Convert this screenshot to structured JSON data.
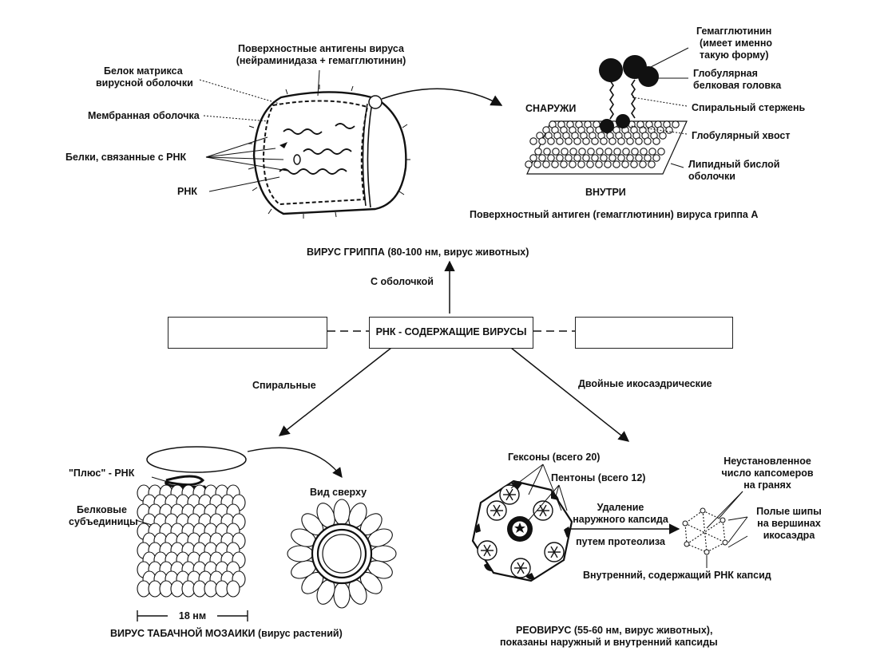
{
  "colors": {
    "ink": "#111111",
    "paper": "#ffffff",
    "faded": "#bbbbbb"
  },
  "center": {
    "label": "РНК - СОДЕРЖАЩИЕ ВИРУСЫ",
    "left_box_faded": "",
    "right_box_faded": ""
  },
  "branches": {
    "up": "С оболочкой",
    "left": "Спиральные",
    "right": "Двойные икосаэдрические"
  },
  "influenza": {
    "title": "ВИРУС ГРИППА (80-100 нм, вирус животных)",
    "labels": {
      "surface_antigens": [
        "Поверхностные антигены вируса",
        "(нейраминидаза + гемагглютинин)"
      ],
      "matrix_protein": [
        "Белок матрикса",
        "вирусной оболочки"
      ],
      "membrane": "Мембранная оболочка",
      "rna_proteins": "Белки, связанные с РНК",
      "rna": "РНК"
    }
  },
  "hemagglutinin": {
    "caption": "Поверхностный антиген (гемагглютинин) вируса гриппа А",
    "outside": "СНАРУЖИ",
    "inside": "ВНУТРИ",
    "labels": {
      "hemagglutinin": [
        "Гемагглютинин",
        "(имеет именно",
        "такую форму)"
      ],
      "globular_head": [
        "Глобулярная",
        "белковая головка"
      ],
      "spiral_stem": "Спиральный стержень",
      "globular_tail": "Глобулярный хвост",
      "lipid_bilayer": [
        "Липидный бислой",
        "оболочки"
      ]
    }
  },
  "tmv": {
    "title": "ВИРУС ТАБАЧНОЙ МОЗАИКИ (вирус растений)",
    "plus_rna": "\"Плюс\" - РНК",
    "protein_subunits": [
      "Белковые",
      "субъединицы"
    ],
    "top_view": "Вид сверху",
    "scale": "18 нм"
  },
  "reovirus": {
    "title": [
      "РЕОВИРУС (55-60 нм, вирус животных),",
      "показаны наружный и внутренний капсиды"
    ],
    "hexons": "Гексоны (всего 20)",
    "pentons": "Пентоны (всего 12)",
    "removal": [
      "Удаление",
      "наружного капсида"
    ],
    "proteolysis": "путем протеолиза",
    "undetermined": [
      "Неустановленное",
      "число капсомеров",
      "на гранях"
    ],
    "spikes": [
      "Полые шипы",
      "на вершинах",
      "икосаэдра"
    ],
    "inner_capsid": "Внутренний, содержащий РНК капсид"
  }
}
